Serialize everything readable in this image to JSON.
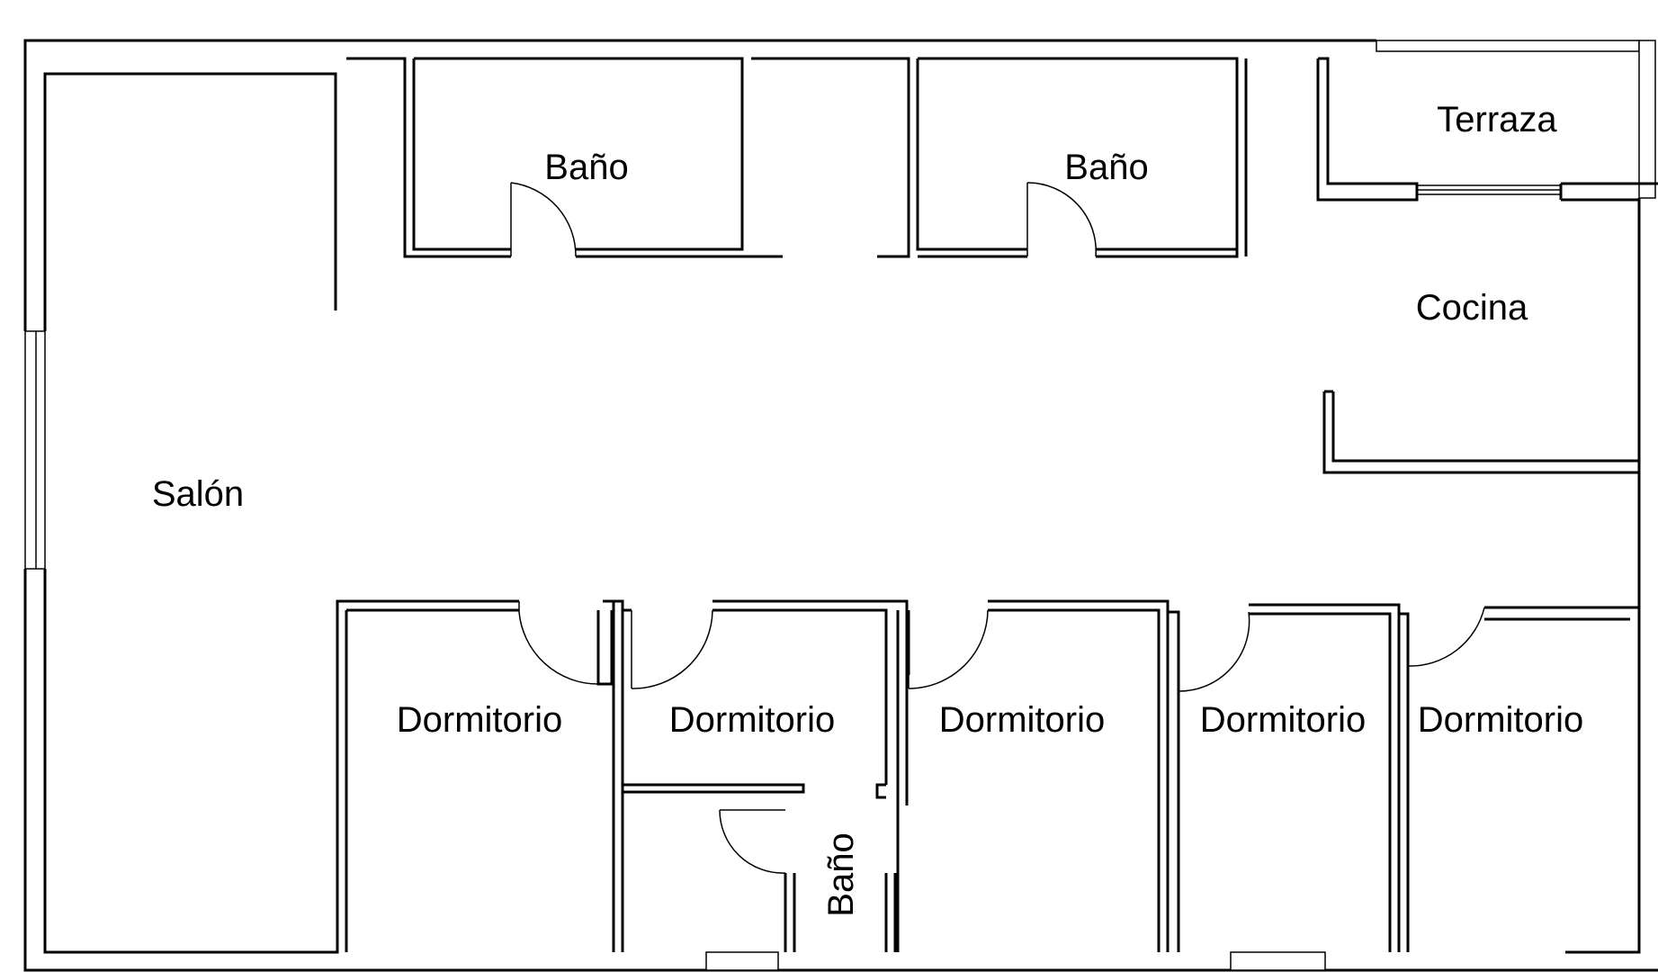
{
  "floor_plan": {
    "line_color": "#000000",
    "background_color": "#ffffff",
    "rooms": [
      {
        "id": "salon",
        "label": "Salón"
      },
      {
        "id": "bano-1",
        "label": "Baño"
      },
      {
        "id": "bano-2",
        "label": "Baño"
      },
      {
        "id": "terraza",
        "label": "Terraza"
      },
      {
        "id": "cocina",
        "label": "Cocina"
      },
      {
        "id": "dormitorio-1",
        "label": "Dormitorio"
      },
      {
        "id": "dormitorio-2",
        "label": "Dormitorio"
      },
      {
        "id": "dormitorio-3",
        "label": "Dormitorio"
      },
      {
        "id": "dormitorio-4",
        "label": "Dormitorio"
      },
      {
        "id": "dormitorio-5",
        "label": "Dormitorio"
      },
      {
        "id": "bano-3",
        "label": "Baño"
      }
    ]
  }
}
